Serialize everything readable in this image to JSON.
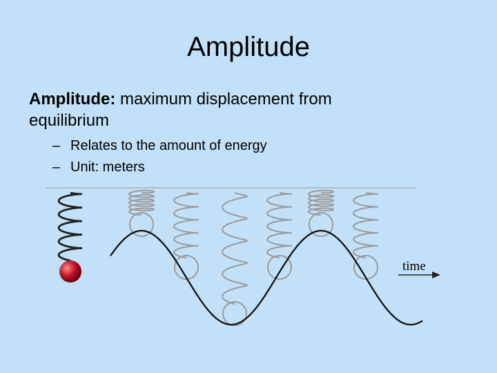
{
  "slide": {
    "title": "Amplitude",
    "definition_term": "Amplitude:",
    "definition_text": " maximum displacement from equilibrium",
    "bullets": [
      {
        "dash": "–",
        "text": "Relates to the amount of energy"
      },
      {
        "dash": "–",
        "text": "Unit: meters"
      }
    ]
  },
  "figure": {
    "axis_label": "time",
    "colors": {
      "ball": "#c0152a",
      "spring_active": "#222222",
      "spring_ghost": "#9a9a9a",
      "wave": "#111111",
      "ceiling": "#9a9a9a"
    }
  }
}
